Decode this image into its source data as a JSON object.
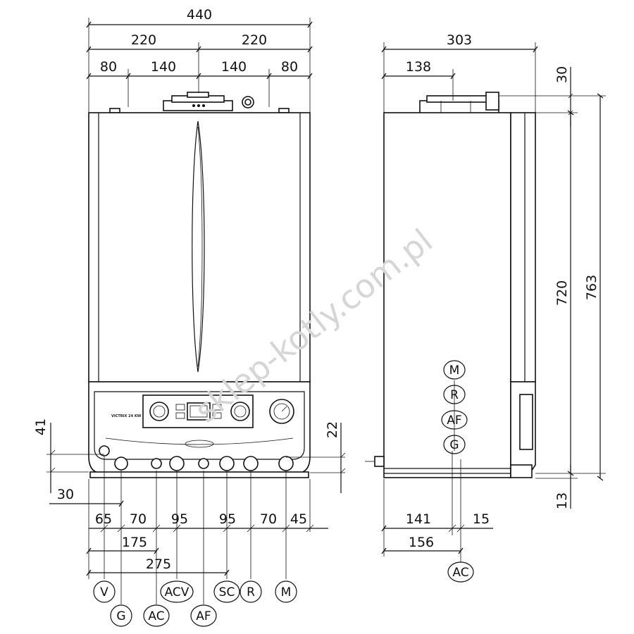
{
  "front_dims": {
    "total_width": "440",
    "half_left": "220",
    "half_right": "220",
    "outer_left": "80",
    "inner_left": "140",
    "inner_right": "140",
    "outer_right": "80",
    "left_41": "41",
    "left_30": "30",
    "right_22": "22",
    "bottom_spacing": [
      "65",
      "70",
      "95",
      "95",
      "70",
      "45"
    ],
    "bottom_175": "175",
    "bottom_275": "275"
  },
  "side_dims": {
    "depth": "303",
    "flue_138": "138",
    "top_30": "30",
    "height_720": "720",
    "height_763": "763",
    "bottom_13": "13",
    "bottom_141": "141",
    "bottom_15": "15",
    "bottom_156": "156"
  },
  "front_connections": [
    "V",
    "G",
    "AC",
    "ACV",
    "AF",
    "SC",
    "R",
    "M"
  ],
  "side_connections": [
    "M",
    "R",
    "AF",
    "G"
  ],
  "side_bottom_connection": "AC",
  "panel_brand": "VICTRIX 24 KW",
  "watermark": "sklep-kotly.com.pl"
}
